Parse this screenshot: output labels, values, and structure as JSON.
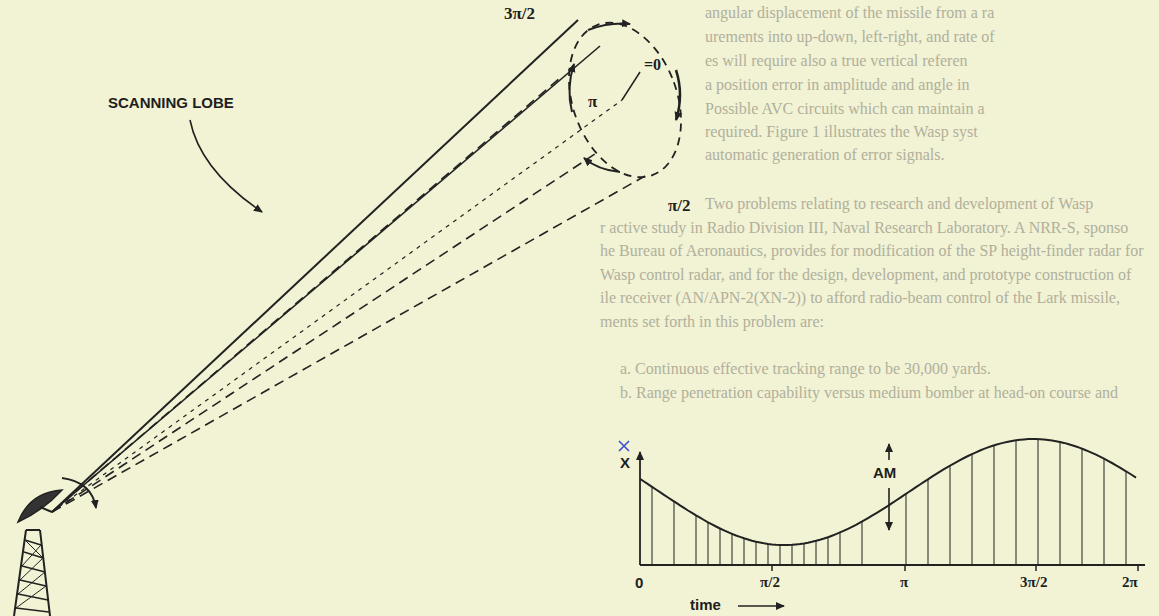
{
  "diagram": {
    "labels": [
      "angular displacement of the missile from a ra",
      "urements into up-down, left-right, and rate of",
      "es will require also a true vertical referen",
      "a position error in amplitude and angle in",
      "Possible AVC circuits which can maintain a",
      "required. Figure 1 illustrates the Wasp syst",
      "automatic generation of error signals.",
      "Two problems relating to research and development of Wasp",
      "r active study in Radio Division III, Naval Research Laboratory. A NRR-S, sponso",
      "he Bureau of Aeronautics, provides for modification of the SP height-finder radar for",
      "Wasp control radar, and for the design, development, and prototype construction of",
      "ile receiver (AN/APN-2(XN-2)) to afford radio-beam control of the Lark missile,",
      "ments set forth in this problem are:",
      "a. Continuous effective tracking range to be 30,000 yards.",
      "b. Range penetration capability versus medium bomber at head-on course and",
      "SCANNING LOBE",
      "3π/2",
      "=0",
      "π",
      "π/2",
      "AM",
      "X",
      "0",
      "π/2",
      "π",
      "3π/2",
      "2π",
      "time"
    ]
  }
}
